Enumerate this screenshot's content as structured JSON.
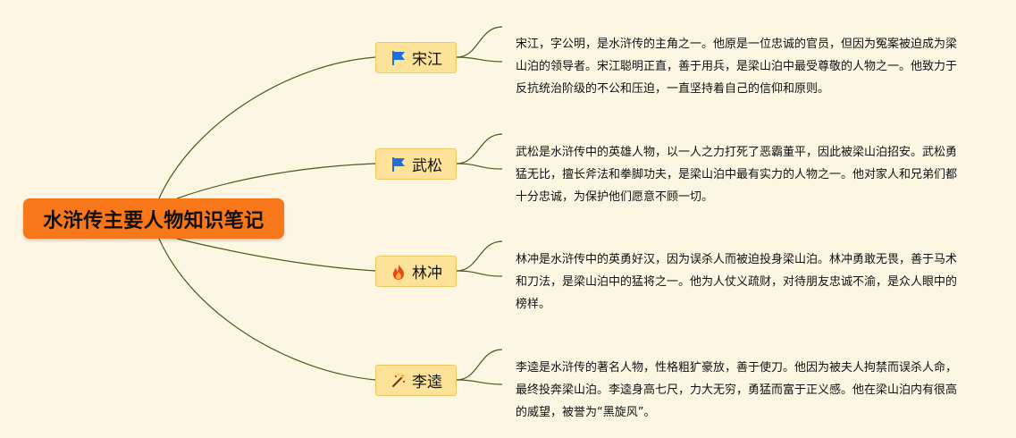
{
  "root": {
    "title": "水浒传主要人物知识笔记"
  },
  "colors": {
    "background": "#fdf6e3",
    "root_fill": "#f7771a",
    "branch_fill": "#fde29a",
    "line": "#4b5a1e",
    "flag": "#1e6fd9",
    "fire": "#e8461c"
  },
  "characters": [
    {
      "name": "宋江",
      "icon": "blue-flag-icon",
      "description": "宋江，字公明，是水浒传的主角之一。他原是一位忠诚的官员，但因为冤案被迫成为梁山泊的领导者。宋江聪明正直，善于用兵，是梁山泊中最受尊敬的人物之一。他致力于反抗统治阶级的不公和压迫，一直坚持着自己的信仰和原则。"
    },
    {
      "name": "武松",
      "icon": "blue-flag-icon",
      "description": "武松是水浒传中的英雄人物，以一人之力打死了恶霸董平，因此被梁山泊招安。武松勇猛无比，擅长斧法和拳脚功夫，是梁山泊中最有实力的人物之一。他对家人和兄弟们都十分忠诚，为保护他们愿意不顾一切。"
    },
    {
      "name": "林冲",
      "icon": "fire-icon",
      "description": "林冲是水浒传中的英勇好汉，因为误杀人而被迫投身梁山泊。林冲勇敢无畏，善于马术和刀法，是梁山泊中的猛将之一。他为人仗义疏财，对待朋友忠诚不渝，是众人眼中的榜样。"
    },
    {
      "name": "李逵",
      "icon": "magic-wand-icon",
      "description": "李逵是水浒传的著名人物，性格粗犷豪放，善于使刀。他因为被夫人拘禁而误杀人命，最终投奔梁山泊。李逵身高七尺，力大无穷，勇猛而富于正义感。他在梁山泊内有很高的威望，被誉为“黑旋风”。"
    }
  ]
}
